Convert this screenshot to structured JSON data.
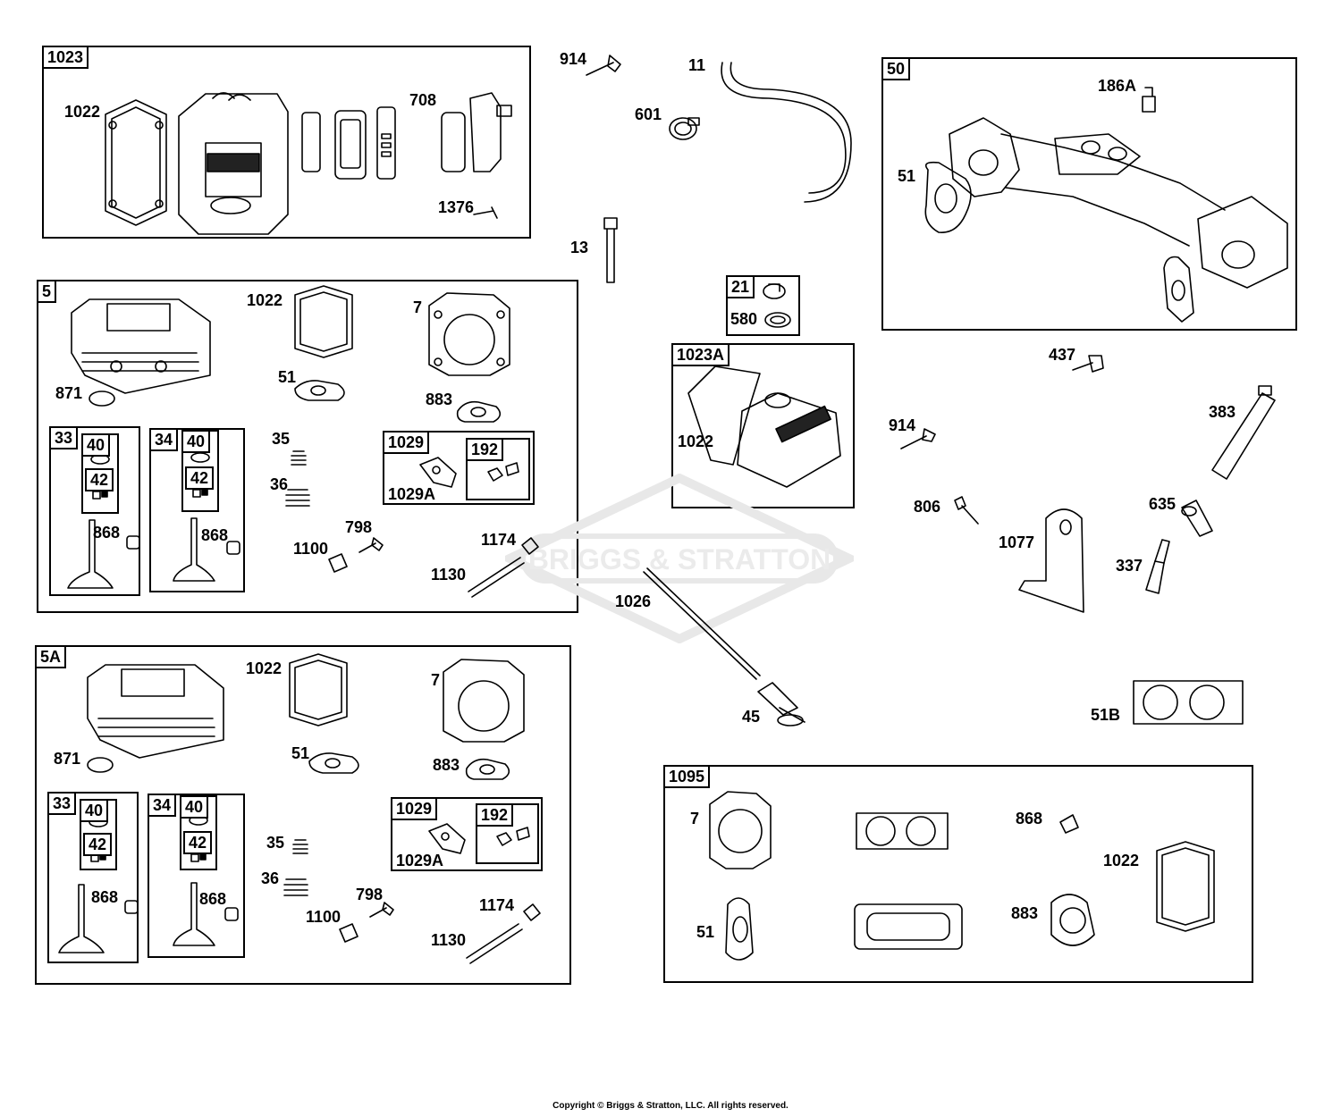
{
  "groups": {
    "g1023": "1023",
    "g50": "50",
    "g5": "5",
    "g5A": "5A",
    "g21": "21",
    "g1023A": "1023A",
    "g1095": "1095",
    "g33a": "33",
    "g34a": "34",
    "g40a1": "40",
    "g42a1": "42",
    "g40a2": "40",
    "g42a2": "42",
    "g1029a": "1029",
    "g192a": "192",
    "g33b": "33",
    "g34b": "34",
    "g40b1": "40",
    "g42b1": "42",
    "g40b2": "40",
    "g42b2": "42",
    "g1029b": "1029",
    "g192b": "192"
  },
  "callouts": {
    "c1022_top": "1022",
    "c708": "708",
    "c1376": "1376",
    "c914_top": "914",
    "c601": "601",
    "c11": "11",
    "c13": "13",
    "c186A": "186A",
    "c51_50": "51",
    "c1022_5": "1022",
    "c7_5": "7",
    "c871_5": "871",
    "c51_5": "51",
    "c883_5": "883",
    "c35_5": "35",
    "c36_5": "36",
    "c1029A_5": "1029A",
    "c868_5a": "868",
    "c868_5b": "868",
    "c798_5": "798",
    "c1100_5": "1100",
    "c1174_5": "1174",
    "c1130_5": "1130",
    "c580": "580",
    "c1022_23A": "1022",
    "c437": "437",
    "c383": "383",
    "c914_r": "914",
    "c806": "806",
    "c635": "635",
    "c1077": "1077",
    "c337": "337",
    "c1026": "1026",
    "c45": "45",
    "c51B": "51B",
    "c1022_5A": "1022",
    "c7_5A": "7",
    "c871_5A": "871",
    "c51_5A": "51",
    "c883_5A": "883",
    "c35_5A": "35",
    "c36_5A": "36",
    "c1029A_5A": "1029A",
    "c868_5Aa": "868",
    "c868_5Ab": "868",
    "c798_5A": "798",
    "c1100_5A": "1100",
    "c1174_5A": "1174",
    "c1130_5A": "1130",
    "c7_1095": "7",
    "c868_1095": "868",
    "c1022_1095": "1022",
    "c51_1095": "51",
    "c883_1095": "883"
  },
  "watermark": {
    "text": "BRIGGS & STRATTON"
  },
  "copyright": "Copyright © Briggs & Stratton, LLC. All rights reserved."
}
